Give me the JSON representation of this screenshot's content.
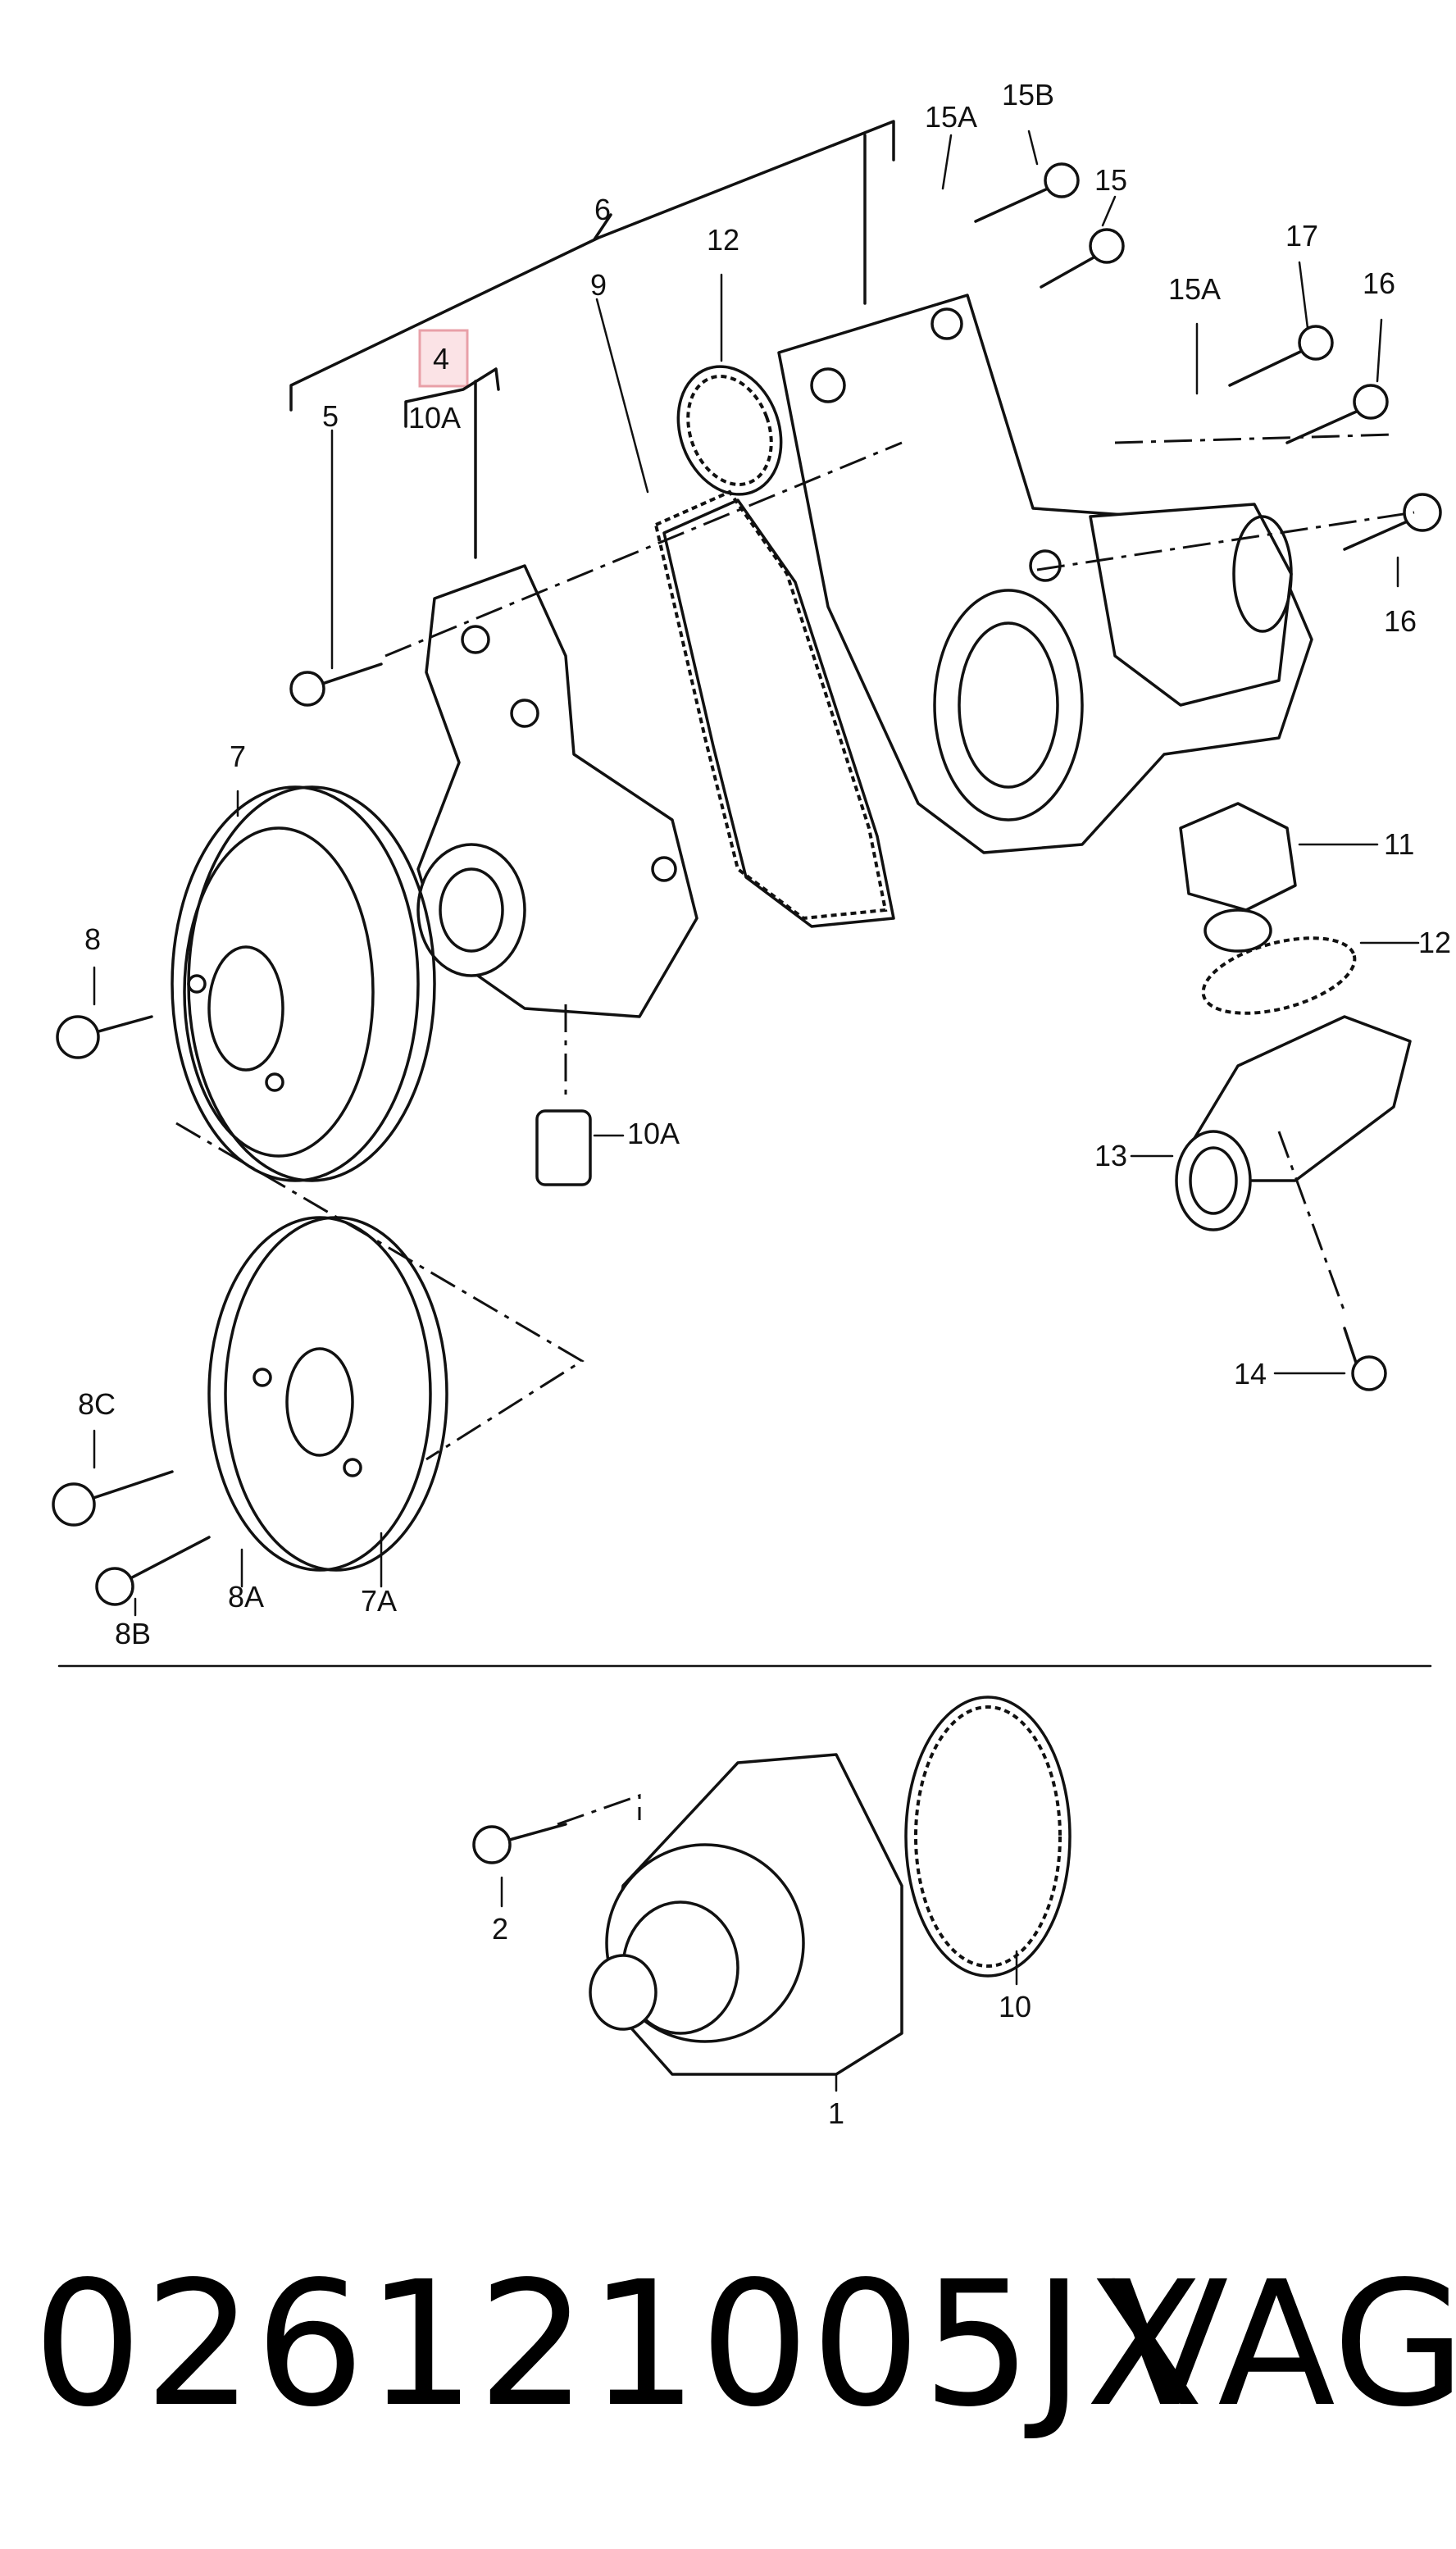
{
  "callouts": {
    "c1": "1",
    "c2": "2",
    "c4": "4",
    "c5": "5",
    "c6": "6",
    "c7": "7",
    "c7a": "7A",
    "c8": "8",
    "c8a": "8A",
    "c8b": "8B",
    "c8c": "8C",
    "c9": "9",
    "c10": "10",
    "c10a_top": "10A",
    "c10a_cap": "10A",
    "c11": "11",
    "c12_top": "12",
    "c12_right": "12",
    "c13": "13",
    "c14": "14",
    "c15": "15",
    "c15a_top": "15A",
    "c15a_mid": "15A",
    "c15b": "15B",
    "c16_top": "16",
    "c16_bottom": "16",
    "c17": "17"
  },
  "highlight_color": "#e8a0a8",
  "footer": {
    "part_number": "026121005JX",
    "brand": "VAG"
  }
}
